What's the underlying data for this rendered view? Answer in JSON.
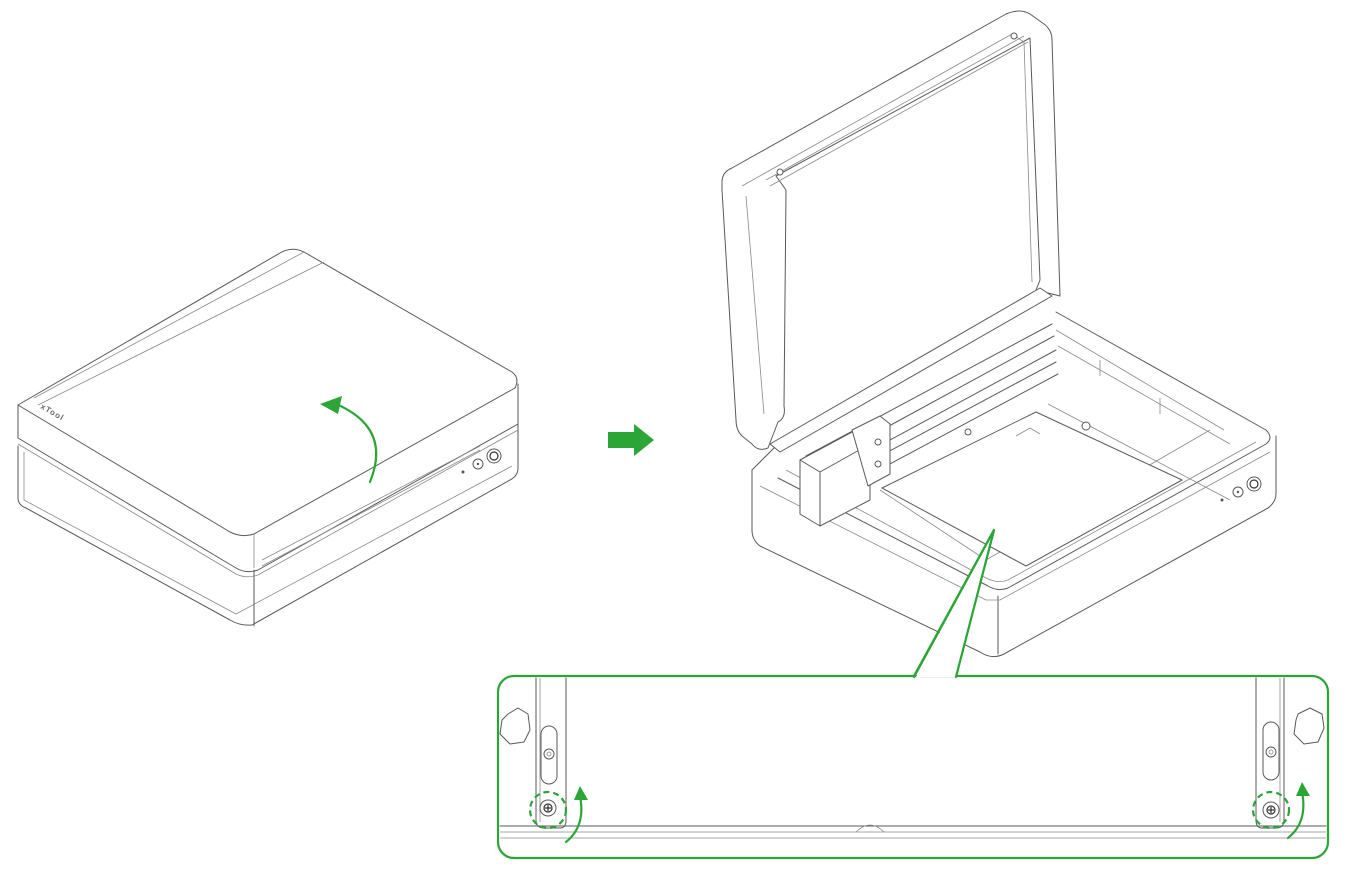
{
  "device": {
    "brand_logo": "xTool"
  },
  "colors": {
    "accent": "#2aa536",
    "line": "#5a5a5a",
    "background": "#ffffff"
  },
  "steps": [
    {
      "state": "lid-closed",
      "action": "open-lid"
    },
    {
      "state": "lid-open",
      "detail": "rotate-corner-screws"
    }
  ],
  "icons": [
    "curved-arrow-icon",
    "right-arrow-icon",
    "rotate-arrow-icon",
    "screw-icon"
  ]
}
